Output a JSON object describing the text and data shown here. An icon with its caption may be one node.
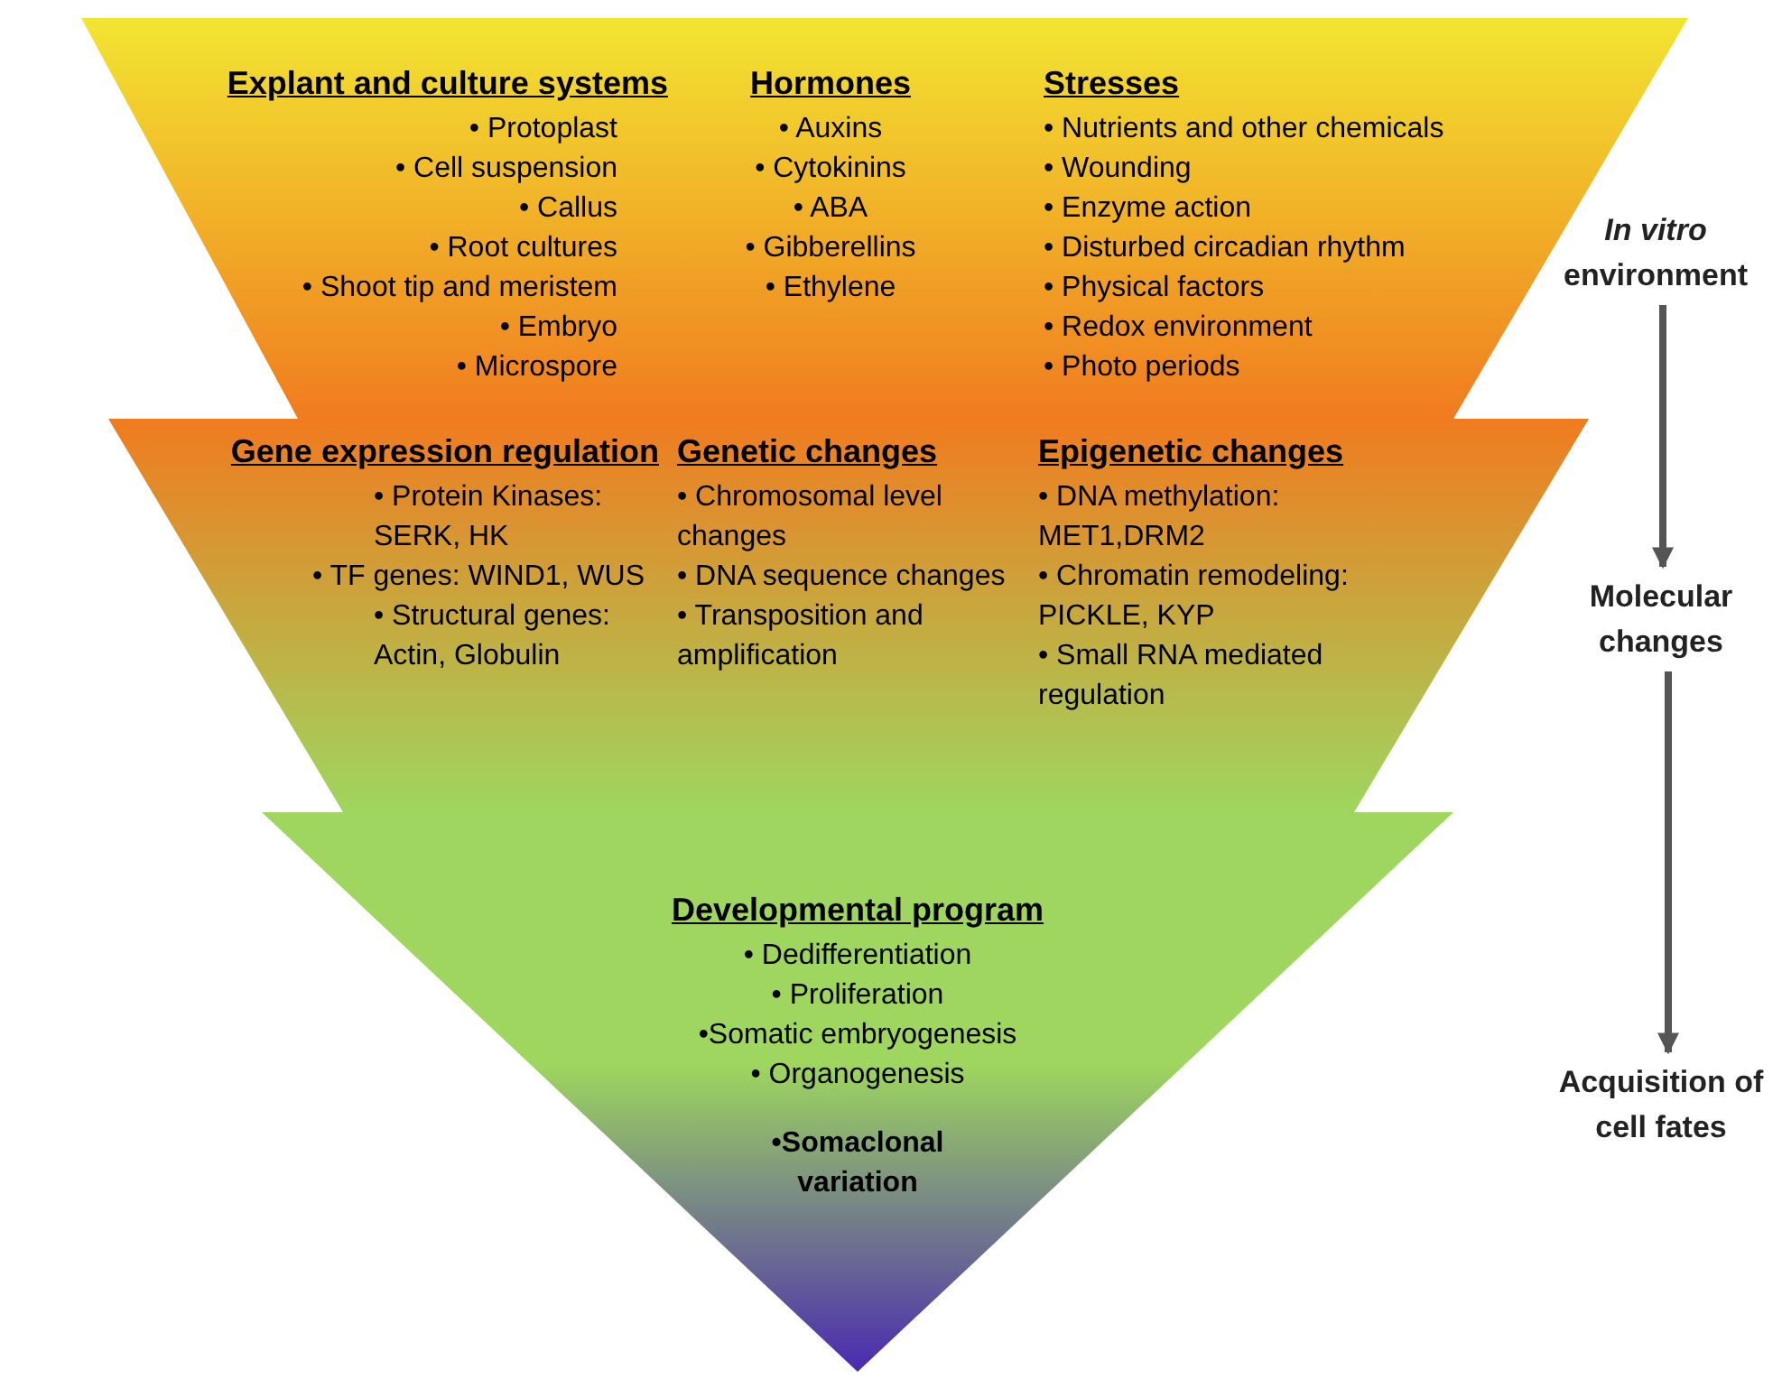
{
  "diagram": {
    "nodes": [
      {
        "text": [
          "Explant and culture systems",
          "• Protoplast",
          "• Cell suspension",
          "• Callus",
          "• Root cultures",
          "• Shoot tip and meristem",
          "• Embryo",
          "• Microspore",
          "Hormones",
          "• Auxins",
          "• Cytokinins",
          "• ABA",
          "• Gibberellins",
          "• Ethylene",
          "Stresses",
          "• Nutrients and other chemicals",
          "• Wounding",
          "• Enzyme action",
          "• Disturbed circadian rhythm",
          "• Physical factors",
          "• Redox environment",
          "• Photo periods"
        ]
      },
      {
        "text": [
          "Gene expression regulation",
          "• Protein Kinases: SERK, HK",
          "• TF genes: WIND1, WUS",
          "• Structural genes: Actin, Globulin",
          "Genetic changes",
          "• Chromosomal level changes",
          "• DNA sequence changes",
          "• Transposition and amplification",
          "Epigenetic changes",
          "• DNA methylation: MET1,DRM2",
          "• Chromatin remodeling: PICKLE, KYP",
          "• Small RNA mediated regulation"
        ]
      },
      {
        "text": [
          "Developmental program",
          "• Dedifferentiation",
          "• Proliferation",
          "•Somatic embryogenesis",
          "• Organogenesis",
          "•Somaclonal variation"
        ]
      },
      {
        "text": [
          "*In vitro* environment"
        ]
      },
      {
        "text": [
          "Molecular changes"
        ]
      },
      {
        "text": [
          "Acquisition of cell fates"
        ]
      }
    ],
    "edges": [
      {
        "from": 3,
        "to": 4,
        "arrow": "to"
      },
      {
        "from": 4,
        "to": 5,
        "arrow": "to"
      }
    ]
  }
}
